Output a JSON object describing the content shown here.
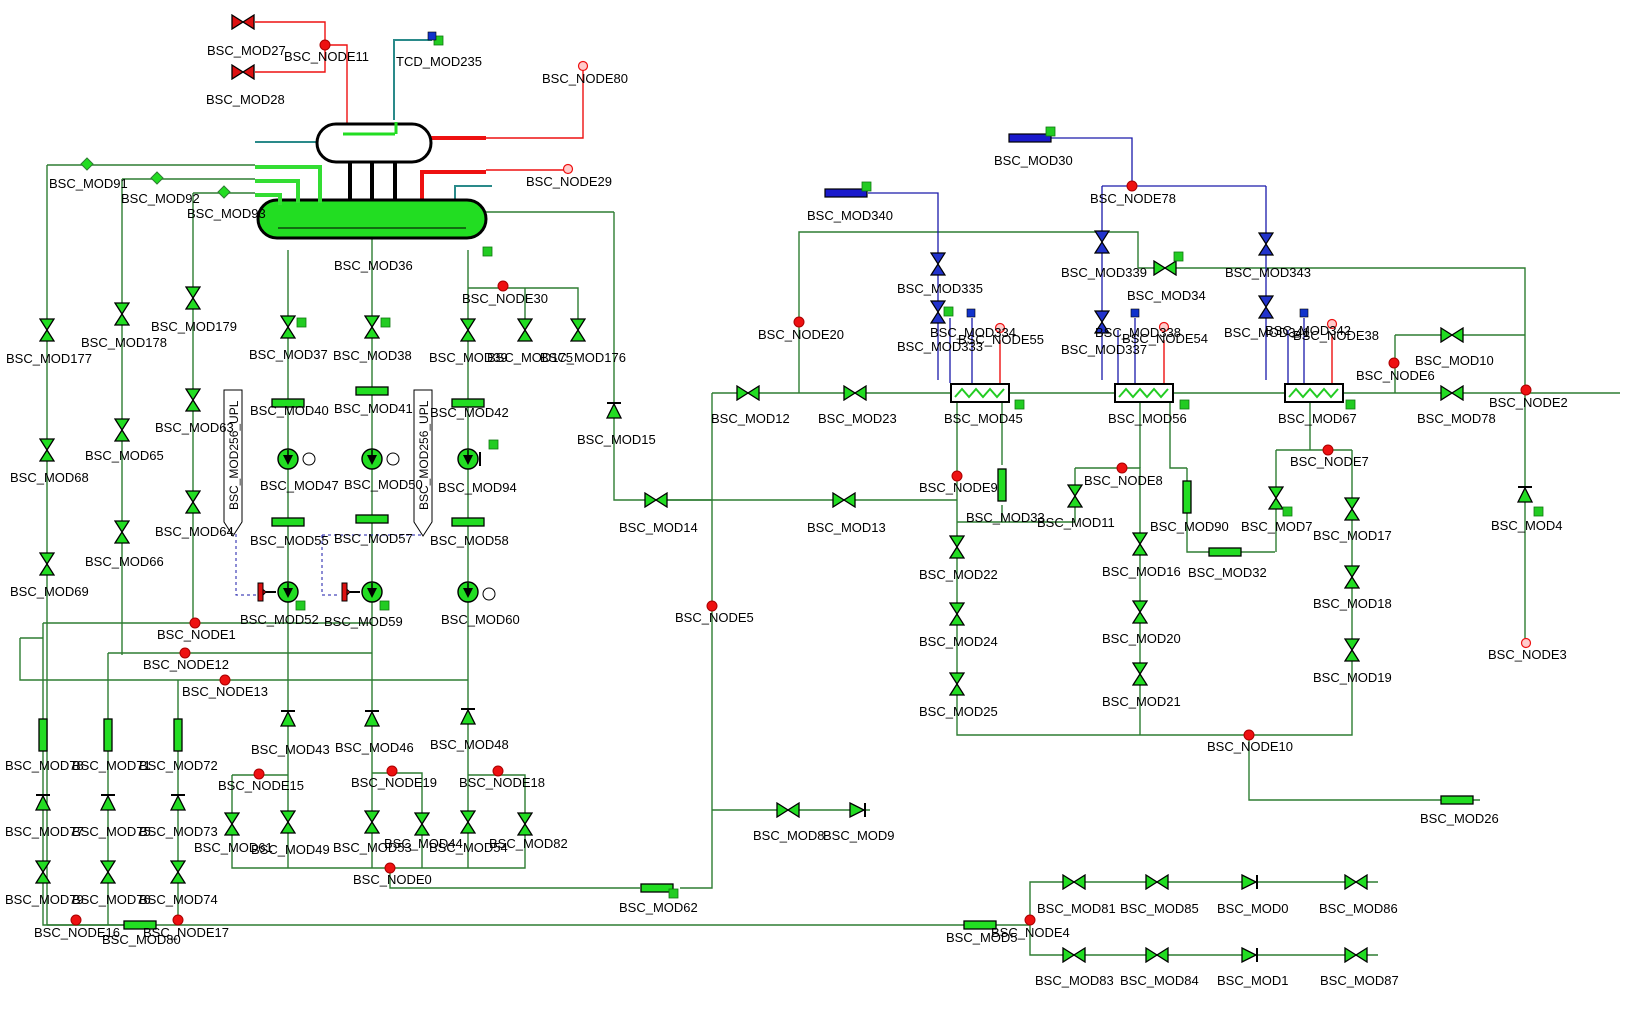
{
  "colors": {
    "pipe": "#2e7d32",
    "equipment_fill": "#22dd22",
    "equipment_stroke": "#000000",
    "hot_line": "#ee1111",
    "cold_line": "#1a1aaa",
    "teal_line": "#2a8a8a",
    "node": "#ee1111",
    "indicator": "#22cc22",
    "sensor_blue": "#1133cc",
    "closed_valve": "#dd1111"
  },
  "drum": {
    "steam_drum_label": "",
    "water_drum_label": "BSC_MOD36"
  },
  "labels": {
    "BSC_MOD27": "BSC_MOD27",
    "BSC_NODE11": "BSC_NODE11",
    "TCD_MOD235": "TCD_MOD235",
    "BSC_MOD28": "BSC_MOD28",
    "BSC_NODE80": "BSC_NODE80",
    "BSC_NODE29": "BSC_NODE29",
    "BSC_MOD91": "BSC_MOD91",
    "BSC_MOD92": "BSC_MOD92",
    "BSC_MOD93": "BSC_MOD93",
    "BSC_MOD36": "BSC_MOD36",
    "BSC_NODE30": "BSC_NODE30",
    "BSC_MOD177": "BSC_MOD177",
    "BSC_MOD178": "BSC_MOD178",
    "BSC_MOD179": "BSC_MOD179",
    "BSC_MOD37": "BSC_MOD37",
    "BSC_MOD38": "BSC_MOD38",
    "BSC_MOD39": "BSC_MOD39",
    "BSC_MOD175": "BSC_MOD175",
    "BSC_MOD176": "BSC_MOD176",
    "BSC_MOD68": "BSC_MOD68",
    "BSC_MOD65": "BSC_MOD65",
    "BSC_MOD63": "BSC_MOD63",
    "BSC_MOD40": "BSC_MOD40",
    "BSC_MOD41": "BSC_MOD41",
    "BSC_MOD42": "BSC_MOD42",
    "BSC_MOD47": "BSC_MOD47",
    "BSC_MOD50": "BSC_MOD50",
    "BSC_MOD94": "BSC_MOD94",
    "BSC_MOD64": "BSC_MOD64",
    "BSC_MOD66": "BSC_MOD66",
    "BSC_MOD55": "BSC_MOD55",
    "BSC_MOD57": "BSC_MOD57",
    "BSC_MOD58": "BSC_MOD58",
    "BSC_MOD69": "BSC_MOD69",
    "BSC_MOD52": "BSC_MOD52",
    "BSC_MOD59": "BSC_MOD59",
    "BSC_MOD60": "BSC_MOD60",
    "BSC_NODE1": "BSC_NODE1",
    "BSC_NODE12": "BSC_NODE12",
    "BSC_NODE13": "BSC_NODE13",
    "BSC_MOD43": "BSC_MOD43",
    "BSC_MOD46": "BSC_MOD46",
    "BSC_MOD48": "BSC_MOD48",
    "BSC_NODE15": "BSC_NODE15",
    "BSC_NODE19": "BSC_NODE19",
    "BSC_NODE18": "BSC_NODE18",
    "BSC_MOD78": "BSC_MOD78",
    "BSC_MOD71": "BSC_MOD71",
    "BSC_MOD72": "BSC_MOD72",
    "BSC_MOD77": "BSC_MOD77",
    "BSC_MOD75": "BSC_MOD75",
    "BSC_MOD73": "BSC_MOD73",
    "BSC_MOD61": "BSC_MOD61",
    "BSC_MOD49": "BSC_MOD49",
    "BSC_MOD53": "BSC_MOD53",
    "BSC_MOD44": "BSC_MOD44",
    "BSC_MOD54": "BSC_MOD54",
    "BSC_MOD82": "BSC_MOD82",
    "BSC_NODE0": "BSC_NODE0",
    "BSC_MOD79": "BSC_MOD79",
    "BSC_MOD76": "BSC_MOD76",
    "BSC_MOD74": "BSC_MOD74",
    "BSC_NODE16": "BSC_NODE16",
    "BSC_MOD80": "BSC_MOD80",
    "BSC_NODE17": "BSC_NODE17",
    "BSC_MOD256_UPL_A": "BSC_MOD256_UPL",
    "BSC_MOD256_UPL_B": "BSC_MOD256_UPL",
    "BSC_MOD15": "BSC_MOD15",
    "BSC_MOD14": "BSC_MOD14",
    "BSC_MOD13": "BSC_MOD13",
    "BSC_NODE5": "BSC_NODE5",
    "BSC_MOD62": "BSC_MOD62",
    "BSC_MOD8": "BSC_MOD8",
    "BSC_MOD9": "BSC_MOD9",
    "BSC_MOD30": "BSC_MOD30",
    "BSC_MOD340": "BSC_MOD340",
    "BSC_NODE78": "BSC_NODE78",
    "BSC_MOD335": "BSC_MOD335",
    "BSC_MOD339": "BSC_MOD339",
    "BSC_MOD343": "BSC_MOD343",
    "BSC_MOD34": "BSC_MOD34",
    "BSC_MOD334": "BSC_MOD334",
    "BSC_MOD333": "BSC_MOD333",
    "BSC_NODE55": "BSC_NODE55",
    "BSC_MOD338": "BSC_MOD338",
    "BSC_MOD337": "BSC_MOD337",
    "BSC_NODE54": "BSC_NODE54",
    "BSC_MOD342": "BSC_MOD342",
    "BSC_MOD341": "BSC_MOD341",
    "BSC_NODE38": "BSC_NODE38",
    "BSC_NODE20": "BSC_NODE20",
    "BSC_MOD12": "BSC_MOD12",
    "BSC_MOD23": "BSC_MOD23",
    "BSC_MOD45": "BSC_MOD45",
    "BSC_MOD56": "BSC_MOD56",
    "BSC_MOD67": "BSC_MOD67",
    "BSC_MOD10": "BSC_MOD10",
    "BSC_NODE6": "BSC_NODE6",
    "BSC_NODE2": "BSC_NODE2",
    "BSC_MOD78R": "BSC_MOD78",
    "BSC_NODE9": "BSC_NODE9",
    "BSC_MOD33": "BSC_MOD33",
    "BSC_MOD11": "BSC_MOD11",
    "BSC_NODE8": "BSC_NODE8",
    "BSC_MOD90": "BSC_MOD90",
    "BSC_NODE7": "BSC_NODE7",
    "BSC_MOD7": "BSC_MOD7",
    "BSC_MOD4": "BSC_MOD4",
    "BSC_MOD22": "BSC_MOD22",
    "BSC_MOD16": "BSC_MOD16",
    "BSC_MOD32": "BSC_MOD32",
    "BSC_MOD17": "BSC_MOD17",
    "BSC_MOD18": "BSC_MOD18",
    "BSC_MOD24": "BSC_MOD24",
    "BSC_MOD20": "BSC_MOD20",
    "BSC_NODE3": "BSC_NODE3",
    "BSC_MOD25": "BSC_MOD25",
    "BSC_MOD21": "BSC_MOD21",
    "BSC_MOD19": "BSC_MOD19",
    "BSC_NODE10": "BSC_NODE10",
    "BSC_MOD26": "BSC_MOD26",
    "BSC_MOD81": "BSC_MOD81",
    "BSC_MOD85": "BSC_MOD85",
    "BSC_MOD0": "BSC_MOD0",
    "BSC_MOD86": "BSC_MOD86",
    "BSC_MOD5": "BSC_MOD5",
    "BSC_NODE4": "BSC_NODE4",
    "BSC_MOD83": "BSC_MOD83",
    "BSC_MOD84": "BSC_MOD84",
    "BSC_MOD1": "BSC_MOD1",
    "BSC_MOD87": "BSC_MOD87"
  },
  "pump_marker": "M"
}
